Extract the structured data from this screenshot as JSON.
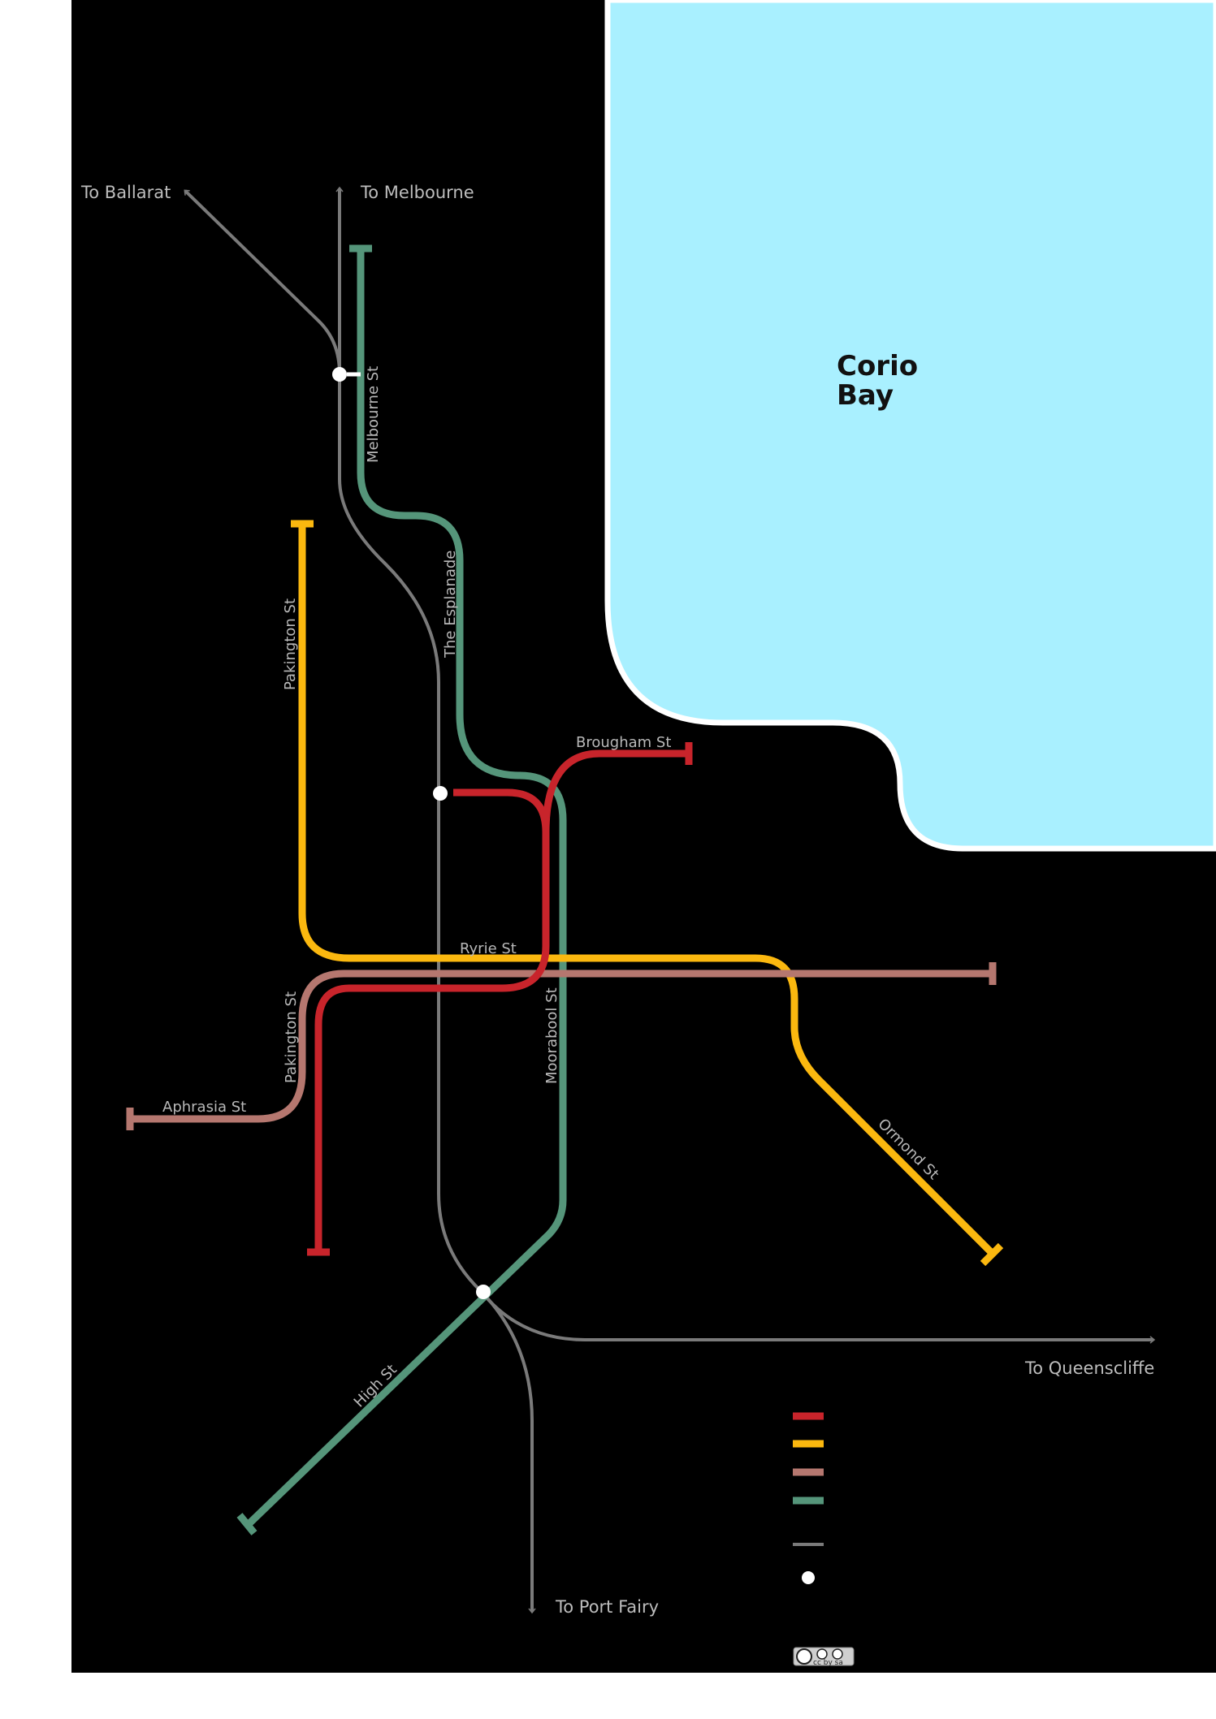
{
  "bay": {
    "line1": "Corio",
    "line2": "Bay",
    "color": "#a9f0ff"
  },
  "colors": {
    "background": "#000000",
    "red_line": "#c8242b",
    "yellow_line": "#fbb80f",
    "brown_line": "#b5776f",
    "green_line": "#55957a",
    "rail": "#7a7a7a",
    "station": "#ffffff"
  },
  "destinations": {
    "ballarat": "To Ballarat",
    "melbourne": "To Melbourne",
    "queenscliffe": "To Queenscliffe",
    "port_fairy": "To Port Fairy"
  },
  "streets": {
    "melbourne_st": "Melbourne St",
    "the_esplanade": "The Esplanade",
    "pakington_st_north": "Pakington St",
    "brougham_st": "Brougham St",
    "ryrie_st": "Ryrie St",
    "pakington_st_south": "Pakington St",
    "moorabool_st": "Moorabool St",
    "aphrasia_st": "Aphrasia St",
    "ormond_st": "Ormond St",
    "high_st": "High St"
  },
  "legend_icons": [
    "red-line-swatch",
    "yellow-line-swatch",
    "brown-line-swatch",
    "green-line-swatch",
    "rail-line-swatch",
    "station-dot-icon"
  ],
  "license": {
    "badge": "cc by sa"
  }
}
